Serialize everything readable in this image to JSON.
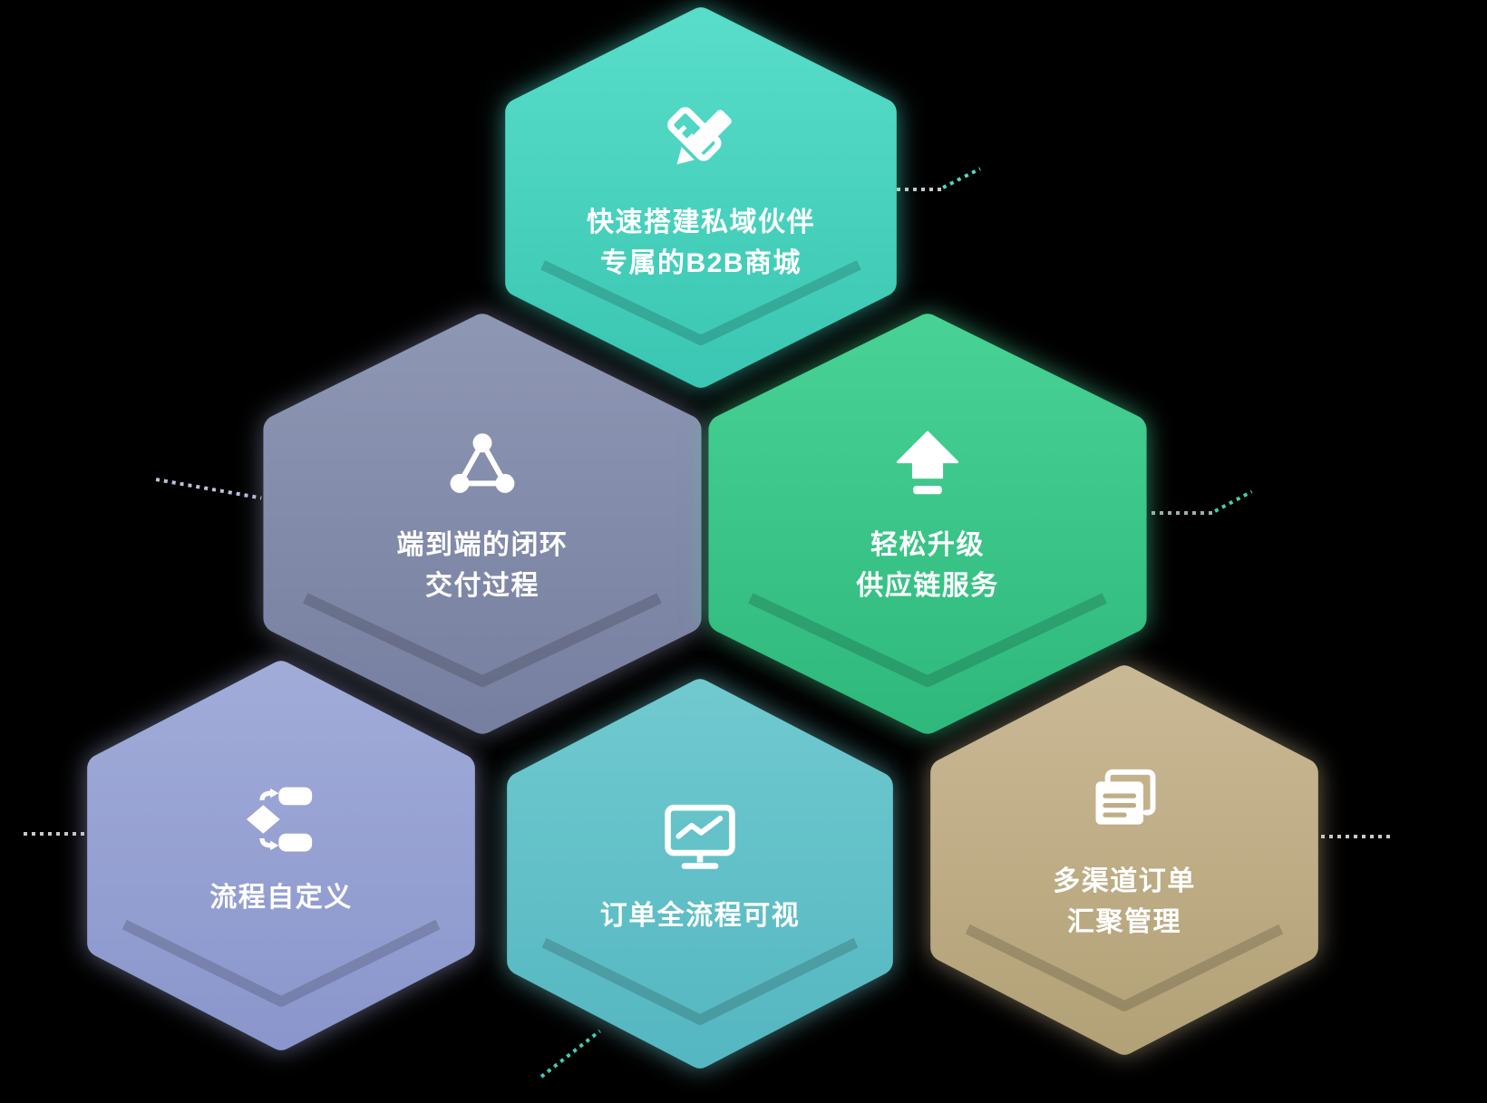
{
  "page": {
    "background": "#000000"
  },
  "diagram": {
    "hexagons": [
      {
        "name": "b2b-mall",
        "icon": "pen-ruler-icon",
        "color": "#47D2BE",
        "glow": "#48D8C4",
        "lines": [
          "快速搭建私域伙伴",
          "专属的B2B商城"
        ]
      },
      {
        "name": "end-to-end-delivery",
        "icon": "share-network-icon",
        "color": "#828CAA",
        "glow": "#8C96B4",
        "lines": [
          "端到端的闭环",
          "交付过程"
        ]
      },
      {
        "name": "supply-chain-upgrade",
        "icon": "upgrade-arrow-icon",
        "color": "#3BC588",
        "glow": "#47D194",
        "lines": [
          "轻松升级",
          "供应链服务"
        ]
      },
      {
        "name": "process-customization",
        "icon": "flowchart-icon",
        "color": "#96A2D2",
        "glow": "#A0ABD8",
        "lines": [
          "流程自定义"
        ]
      },
      {
        "name": "order-visibility",
        "icon": "monitor-chart-icon",
        "color": "#63C1C9",
        "glow": "#6FC9CF",
        "lines": [
          "订单全流程可视"
        ]
      },
      {
        "name": "multi-channel-orders",
        "icon": "stacked-documents-icon",
        "color": "#BEAD87",
        "glow": "#C9B894",
        "lines": [
          "多渠道订单",
          "汇聚管理"
        ]
      }
    ],
    "connector_color_teal": "#45D0B8",
    "connector_color_light": "#D9DEE6"
  }
}
